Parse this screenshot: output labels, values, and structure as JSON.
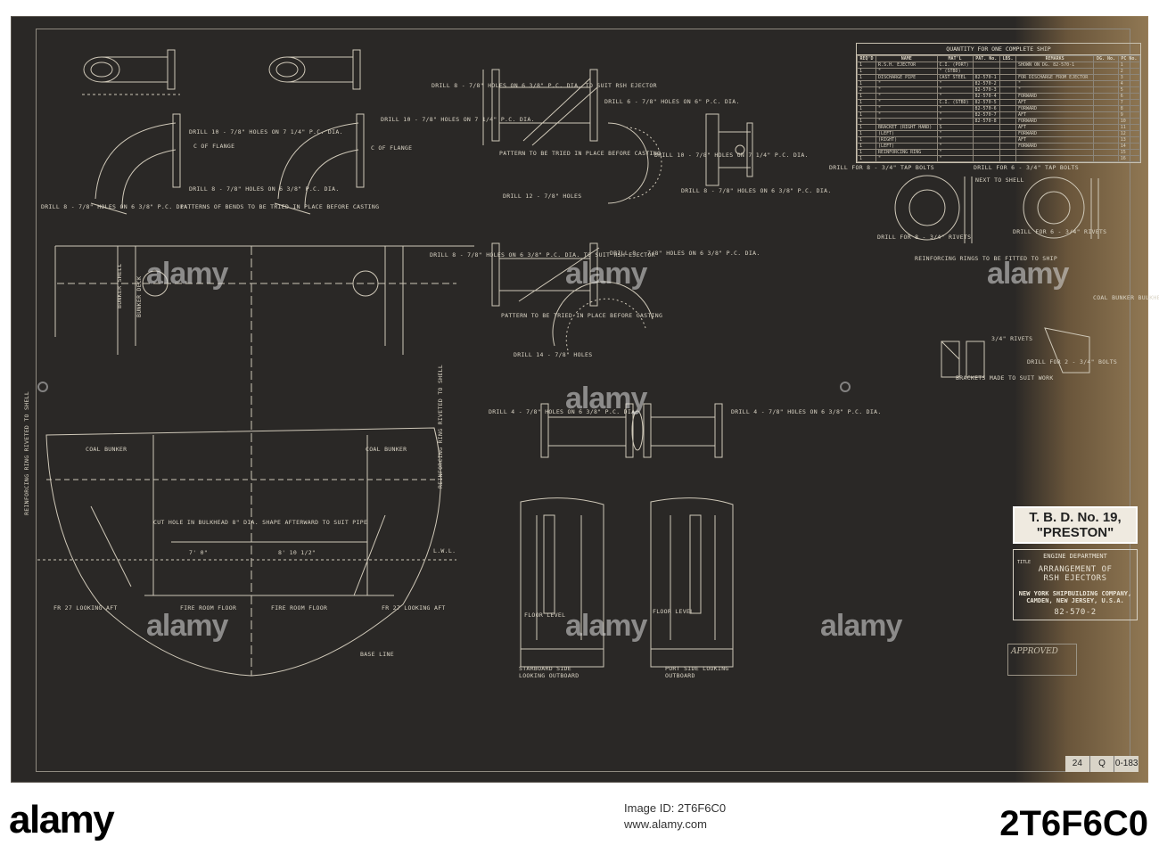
{
  "quantity_table": {
    "title": "QUANTITY FOR ONE COMPLETE SHIP",
    "headers": [
      "REQ'D",
      "NAME",
      "MAT'L",
      "PAT. No.",
      "LBS.",
      "REMARKS",
      "DG. No.",
      "PC No."
    ],
    "rows": [
      [
        "1",
        "R.S.H. EJECTOR",
        "C.I. (PORT)",
        "",
        "",
        "SHOWN ON DG. 82-570-1",
        "",
        "1"
      ],
      [
        "1",
        "\"",
        "\" (STBD)",
        "",
        "",
        "",
        "",
        "2"
      ],
      [
        "1",
        "DISCHARGE PIPE",
        "CAST STEEL",
        "82-570-1",
        "",
        "FOR DISCHARGE FROM EJECTOR",
        "",
        "3"
      ],
      [
        "1",
        "\"",
        "\"",
        "82-570-2",
        "",
        "\"",
        "",
        "4"
      ],
      [
        "2",
        "\"",
        "\"",
        "82-570-3",
        "",
        "\"",
        "",
        "5"
      ],
      [
        "1",
        "\"",
        "\"",
        "82-570-4",
        "",
        "FORWARD",
        "",
        "6"
      ],
      [
        "1",
        "\"",
        "C.I. (STBD)",
        "82-570-5",
        "",
        "AFT",
        "",
        "7"
      ],
      [
        "1",
        "\"",
        "\"",
        "82-570-6",
        "",
        "FORWARD",
        "",
        "8"
      ],
      [
        "1",
        "\"",
        "\"",
        "82-570-7",
        "",
        "AFT",
        "",
        "9"
      ],
      [
        "1",
        "\"",
        "\"",
        "82-570-8",
        "",
        "FORWARD",
        "",
        "10"
      ],
      [
        "1",
        "BRACKET (RIGHT HAND)",
        "S",
        "",
        "",
        "AFT",
        "",
        "11"
      ],
      [
        "1",
        "(LEFT)",
        "\"",
        "",
        "",
        "FORWARD",
        "",
        "12"
      ],
      [
        "1",
        "(RIGHT)",
        "\"",
        "",
        "",
        "AFT",
        "",
        "13"
      ],
      [
        "1",
        "(LEFT)",
        "\"",
        "",
        "",
        "FORWARD",
        "",
        "14"
      ],
      [
        "1",
        "REINFORCING RING",
        "\"",
        "",
        "",
        "",
        "",
        "15"
      ],
      [
        "1",
        "\"",
        "\"",
        "",
        "",
        "",
        "",
        "16"
      ]
    ]
  },
  "labels": {
    "drill_top1": "DRILL 10 - 7/8\" HOLES ON 7 1/4\" P.C. DIA.",
    "drill_top2": "DRILL 10 - 7/8\" HOLES ON 7 1/4\" P.C. DIA.",
    "flange1": "C OF FLANGE",
    "flange2": "C OF FLANGE",
    "drill_8a": "DRILL 8 - 7/8\" HOLES ON 6 3/8\" P.C. DIA.",
    "drill_8b": "DRILL 8 - 7/8\" HOLES ON 6 3/8\" P.C. DIA.",
    "patterns_bends": "PATTERNS OF BENDS TO BE TRIED IN PLACE BEFORE CASTING",
    "drill_suit": "DRILL 8 - 7/8\" HOLES ON 6 3/8\" P.C. DIA. TO SUIT RSH EJECTOR",
    "pattern_tried1": "PATTERN TO BE TRIED IN PLACE BEFORE CASTING",
    "drill_12": "DRILL 12 - 7/8\" HOLES",
    "drill_10": "DRILL 10 - 7/8\" HOLES ON 7 1/4\" P.C. DIA.",
    "drill_8c": "DRILL 8 - 7/8\" HOLES ON 6 3/8\" P.C. DIA.",
    "drill_6": "DRILL 6 - 7/8\" HOLES ON 6\" P.C. DIA.",
    "drill_tap": "DRILL FOR 8 - 3/4\" TAP BOLTS",
    "drill_tap2": "DRILL FOR 6 - 3/4\" TAP BOLTS",
    "next_shell": "NEXT TO SHELL",
    "drill_rivets1": "DRILL FOR 8 - 3/4\" RIVETS",
    "drill_rivets2": "DRILL FOR 6 - 3/4\" RIVETS",
    "reinforcing": "REINFORCING RINGS TO BE FITTED TO SHIP",
    "coal_bunker_bulkhead": "COAL BUNKER BULKHEAD",
    "rivets": "3/4\" RIVETS",
    "drill_bolts": "DRILL FOR 2 - 3/4\" BOLTS",
    "brackets_made": "BRACKETS MADE TO SUIT WORK",
    "drill_8d": "DRILL 8 - 7/8\" HOLES ON 6 3/8\" P.C. DIA. TO SUIT RSH EJECTOR",
    "drill_8e": "DRILL 8 - 7/8\" HOLES ON 6 3/8\" P.C. DIA.",
    "pattern_tried2": "PATTERN TO BE TRIED IN PLACE BEFORE CASTING",
    "drill_14": "DRILL 14 - 7/8\" HOLES",
    "drill_4a": "DRILL 4 - 7/8\" HOLES ON 6 3/8\" P.C. DIA.",
    "drill_4b": "DRILL 4 - 7/8\" HOLES ON 6 3/8\" P.C. DIA.",
    "bunker_shell": "BUNKER SHELL",
    "bunker_deck": "BUNKER DECK",
    "coal_bunker1": "COAL BUNKER",
    "coal_bunker2": "COAL BUNKER",
    "cut_hole": "CUT HOLE IN BULKHEAD 8\" DIA. SHAPE AFTERWARD TO SUIT PIPE",
    "fire_room1": "FIRE ROOM FLOOR",
    "fire_room2": "FIRE ROOM FLOOR",
    "looking_aft1": "FR 27 LOOKING AFT",
    "looking_aft2": "FR 27 LOOKING AFT",
    "base_line": "BASE LINE",
    "lwl": "L.W.L.",
    "dim_7": "7' 0\"",
    "dim_8": "8' 10 1/2\"",
    "floor_level1": "FLOOR LEVEL",
    "floor_level2": "FLOOR LEVEL",
    "stbd_side": "STARBOARD SIDE LOOKING OUTBOARD",
    "port_side": "PORT SIDE LOOKING OUTBOARD",
    "reinf_ring_left": "REINFORCING RING RIVETED TO SHELL",
    "reinf_ring_mid": "REINFORCING RING RIVETED TO SHELL"
  },
  "title_block": {
    "line1": "T. B. D. No. 19,",
    "line2": "\"PRESTON\"",
    "dept": "ENGINE DEPARTMENT",
    "title_label": "TITLE",
    "title1": "ARRANGEMENT OF",
    "title2": "RSH EJECTORS",
    "company": "NEW YORK SHIPBUILDING COMPANY,",
    "location": "CAMDEN, NEW JERSEY, U.S.A.",
    "dg_no": "82-570-2",
    "approved": "APPROVED"
  },
  "corner_box": [
    "24",
    "Q",
    "0-183"
  ],
  "watermarks": [
    "alamy",
    "alamy",
    "alamy",
    "alamy",
    "alamy",
    "alamy",
    "alamy"
  ],
  "footer": {
    "logo": "alamy",
    "image_id_label": "Image ID: 2T6F6C0",
    "url": "www.alamy.com",
    "image_id": "2T6F6C0"
  }
}
